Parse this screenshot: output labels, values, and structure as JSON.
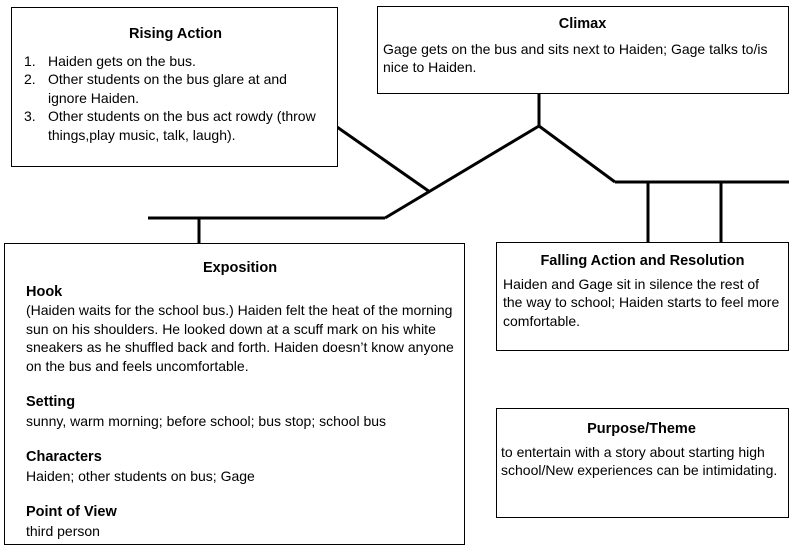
{
  "rising_action": {
    "title": "Rising Action",
    "items": [
      {
        "num": "1.",
        "text": "Haiden gets on the bus."
      },
      {
        "num": "2.",
        "text": "Other students on the bus glare at and ignore Haiden."
      },
      {
        "num": "3.",
        "text": "Other students on the bus act rowdy (throw things,play music, talk, laugh)."
      }
    ]
  },
  "climax": {
    "title": "Climax",
    "text": "Gage gets on the bus and sits next to Haiden; Gage talks to/is nice to Haiden."
  },
  "exposition": {
    "title": "Exposition",
    "hook_label": "Hook",
    "hook_text": "(Haiden waits for the school bus.) Haiden felt the heat of the morning sun on his shoulders. He looked down at a scuff mark on his white sneakers as he shuffled back and forth. Haiden doesn’t know anyone on the bus and feels uncomfortable.",
    "setting_label": "Setting",
    "setting_text": "sunny, warm morning; before school; bus stop; school bus",
    "characters_label": "Characters",
    "characters_text": "Haiden; other students on bus; Gage",
    "pov_label": "Point of View",
    "pov_text": "third person"
  },
  "falling_action": {
    "title": "Falling Action and Resolution",
    "text": "Haiden and Gage sit in silence the rest of the way to school; Haiden starts to feel more comfortable."
  },
  "purpose": {
    "title": "Purpose/Theme",
    "text": "to entertain with a story about starting high school/New experiences can be intimidating."
  }
}
